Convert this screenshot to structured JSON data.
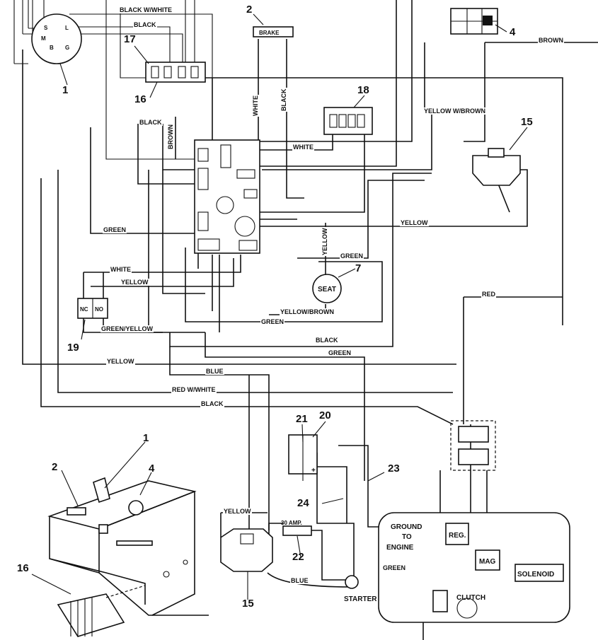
{
  "wire_labels": {
    "black_w_white": "BLACK W/WHITE",
    "black_top": "BLACK",
    "brown_top": "BROWN",
    "yellow_w_brown": "YELLOW W/BROWN",
    "black_mid": "BLACK",
    "brown_mid": "BROWN",
    "white_vertical": "WHITE",
    "black_vertical": "BLACK",
    "white_module": "WHITE",
    "green_left": "GREEN",
    "yellow_mid": "YELLOW",
    "yellow_vertical": "YELLOW",
    "green_seat": "GREEN",
    "white_switch": "WHITE",
    "yellow_switch": "YELLOW",
    "yellow_brown": "YELLOW/BROWN",
    "green_mid": "GREEN",
    "green_yellow": "GREEN/YELLOW",
    "black_lower": "BLACK",
    "green_lower": "GREEN",
    "red": "RED",
    "yellow_lower": "YELLOW",
    "blue_mid": "BLUE",
    "red_w_white": "RED W/WHITE",
    "black_bottom": "BLACK",
    "yellow_relay": "YELLOW",
    "blue_bottom": "BLUE",
    "green_engine": "GREEN"
  },
  "components": {
    "brake": "BRAKE",
    "seat": "SEAT",
    "ignition_s": "S",
    "ignition_l": "L",
    "ignition_m": "M",
    "ignition_b": "B",
    "ignition_g": "G",
    "switch_nc": "NC",
    "switch_no": "NO",
    "fuse": "30 AMP.",
    "ground_to_engine": "GROUND TO ENGINE",
    "reg": "REG.",
    "mag": "MAG",
    "solenoid": "SOLENOID",
    "starter": "STARTER",
    "clutch": "CLUTCH",
    "battery_plus": "+"
  },
  "callouts": [
    "1",
    "2",
    "4",
    "15",
    "16",
    "17",
    "18",
    "7",
    "19",
    "20",
    "21",
    "22",
    "23",
    "24",
    "15",
    "1",
    "2",
    "4",
    "16"
  ]
}
